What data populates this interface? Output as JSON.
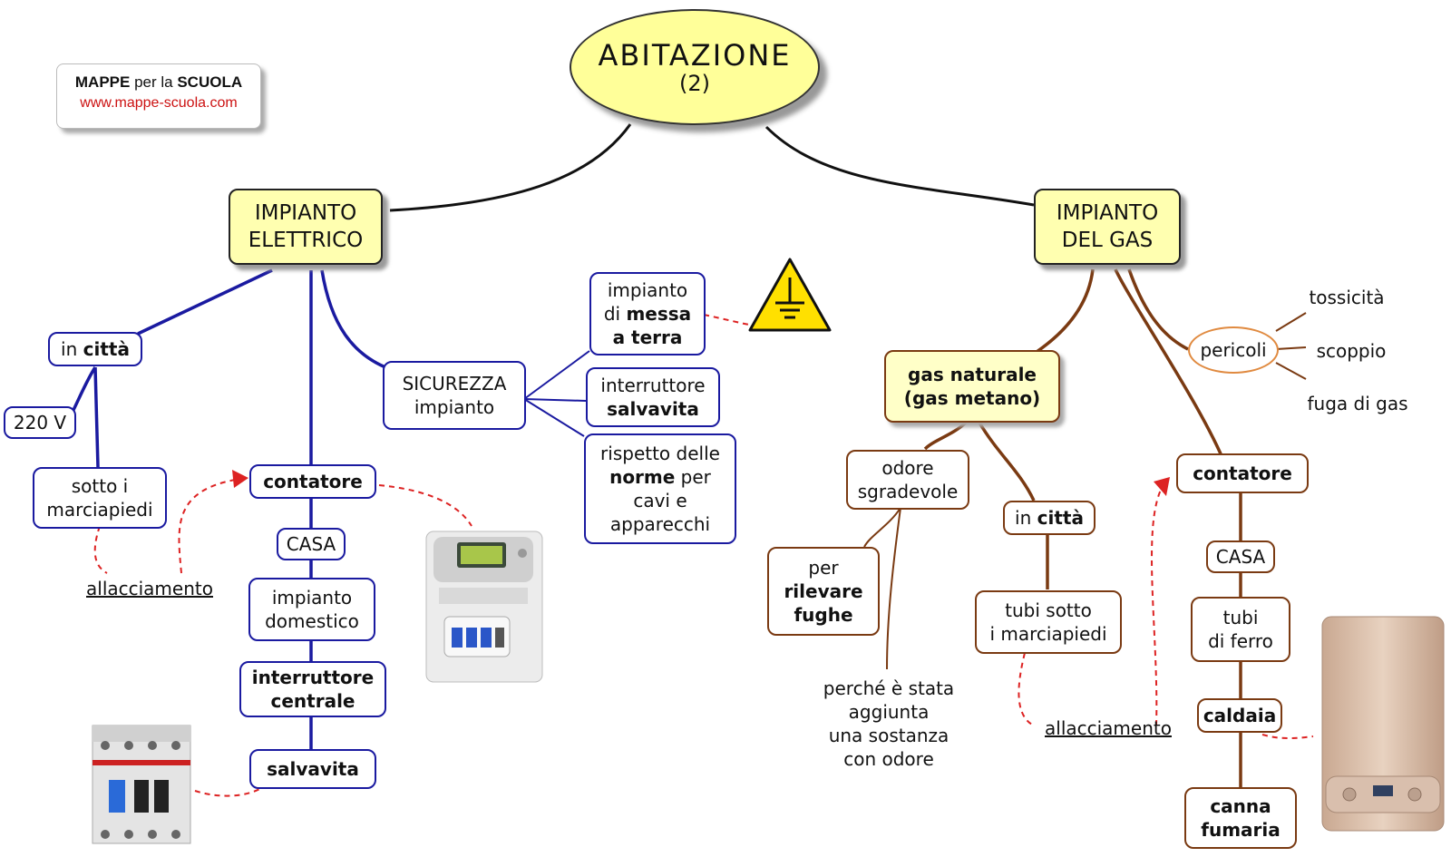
{
  "title": {
    "line1": "ABITAZIONE",
    "line2": "(2)"
  },
  "logo": {
    "brand_a": "MAPPE",
    "brand_mid": " per la ",
    "brand_b": "SCUOLA",
    "url": "www.mappe-scuola.com"
  },
  "elettrico": {
    "root": {
      "line1": "IMPIANTO",
      "line2": "ELETTRICO"
    },
    "citta": {
      "pre": "in ",
      "bold": "città"
    },
    "volt": "220 V",
    "marciapiedi": {
      "line1": "sotto i",
      "line2": "marciapiedi"
    },
    "allacciamento": "allacciamento",
    "contatore": "contatore",
    "casa": "CASA",
    "domestico": {
      "line1": "impianto",
      "line2": "domestico"
    },
    "interruttore": {
      "line1": "interruttore",
      "line2": "centrale"
    },
    "salvavita": "salvavita",
    "sicurezza": {
      "line1": "SICUREZZA",
      "line2": "impianto"
    },
    "terra": {
      "line1": "impianto",
      "line2_pre": "di ",
      "line2_bold": "messa",
      "line3": "a terra"
    },
    "interr_salva": {
      "line1": "interruttore",
      "line2": "salvavita"
    },
    "norme": {
      "line1": "rispetto delle",
      "line2_bold": "norme",
      "line2_post": " per",
      "line3": "cavi e",
      "line4": "apparecchi"
    }
  },
  "gas": {
    "root": {
      "line1": "IMPIANTO",
      "line2": "DEL GAS"
    },
    "naturale": {
      "line1": "gas naturale",
      "line2": "(gas metano)"
    },
    "odore": {
      "line1": "odore",
      "line2": "sgradevole"
    },
    "fughe": {
      "line1": "per",
      "line2": "rilevare",
      "line3": "fughe"
    },
    "perche": {
      "line1": "perché è stata",
      "line2": "aggiunta",
      "line3": "una sostanza",
      "line4": "con odore"
    },
    "citta": {
      "pre": "in ",
      "bold": "città"
    },
    "tubi_sotto": {
      "line1": "tubi sotto",
      "line2": "i marciapiedi"
    },
    "allacciamento": "allacciamento",
    "pericoli": "pericoli",
    "tossicita": "tossicità",
    "scoppio": "scoppio",
    "fuga": "fuga di gas",
    "contatore": "contatore",
    "casa": "CASA",
    "tubi_ferro": {
      "line1": "tubi",
      "line2": "di ferro"
    },
    "caldaia": "caldaia",
    "canna": {
      "line1": "canna",
      "line2": "fumaria"
    }
  },
  "colors": {
    "elettrico": "#1a1aa0",
    "gas": "#7a3a12",
    "title_fill": "#ffff99",
    "dashed": "#dd2222"
  },
  "icons": [
    "ground-warning-icon",
    "electric-meter-image",
    "circuit-breaker-image",
    "boiler-image"
  ]
}
